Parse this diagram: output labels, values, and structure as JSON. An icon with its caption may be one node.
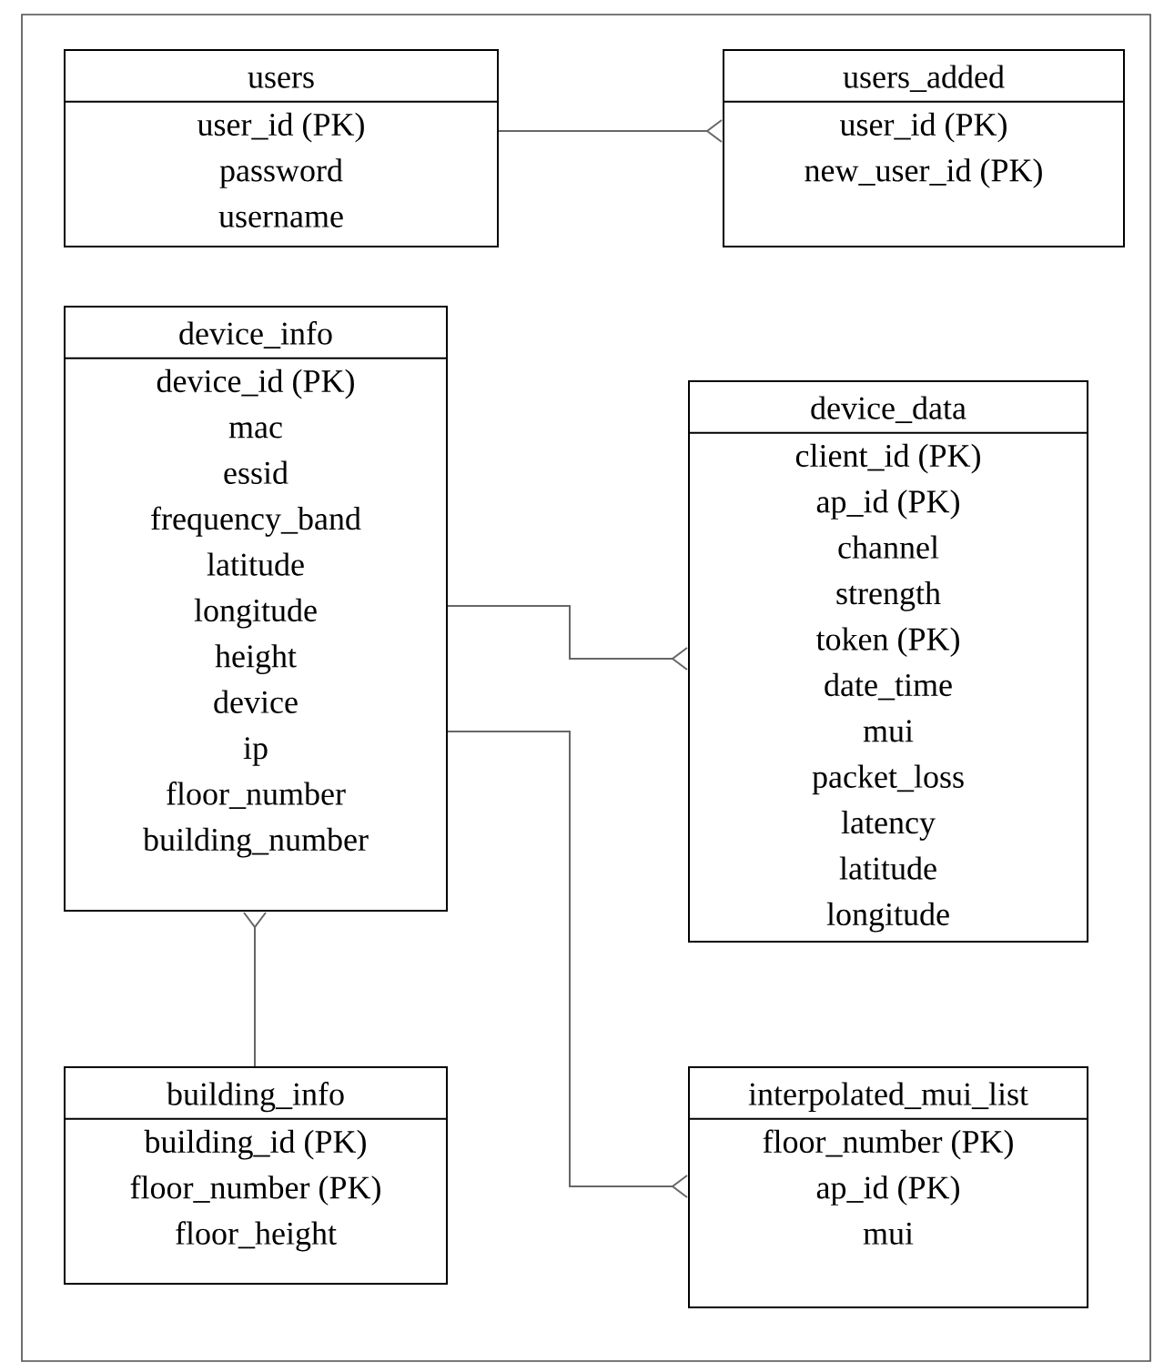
{
  "diagram": {
    "nodes": [
      {
        "text": [
          "users",
          "user_id (PK)",
          "password",
          "username"
        ]
      },
      {
        "text": [
          "users_added",
          "user_id (PK)",
          "new_user_id (PK)"
        ]
      },
      {
        "text": [
          "device_info",
          "device_id (PK)",
          "mac",
          "essid",
          "frequency_band",
          "latitude",
          "longitude",
          "height",
          "device",
          "ip",
          "floor_number",
          "building_number"
        ]
      },
      {
        "text": [
          "device_data",
          "client_id (PK)",
          "ap_id (PK)",
          "channel",
          "strength",
          "token (PK)",
          "date_time",
          "mui",
          "packet_loss",
          "latency",
          "latitude",
          "longitude"
        ]
      },
      {
        "text": [
          "building_info",
          "building_id (PK)",
          "floor_number (PK)",
          "floor_height"
        ]
      },
      {
        "text": [
          "interpolated_mui_list",
          "floor_number (PK)",
          "ap_id (PK)",
          "mui"
        ]
      }
    ],
    "edges": [
      {
        "from": 0,
        "to": 1,
        "arrow": "other"
      },
      {
        "from": 2,
        "to": 3,
        "arrow": "other"
      },
      {
        "from": 2,
        "to": 5,
        "arrow": "other"
      },
      {
        "from": 4,
        "to": 2,
        "arrow": "other"
      }
    ]
  }
}
